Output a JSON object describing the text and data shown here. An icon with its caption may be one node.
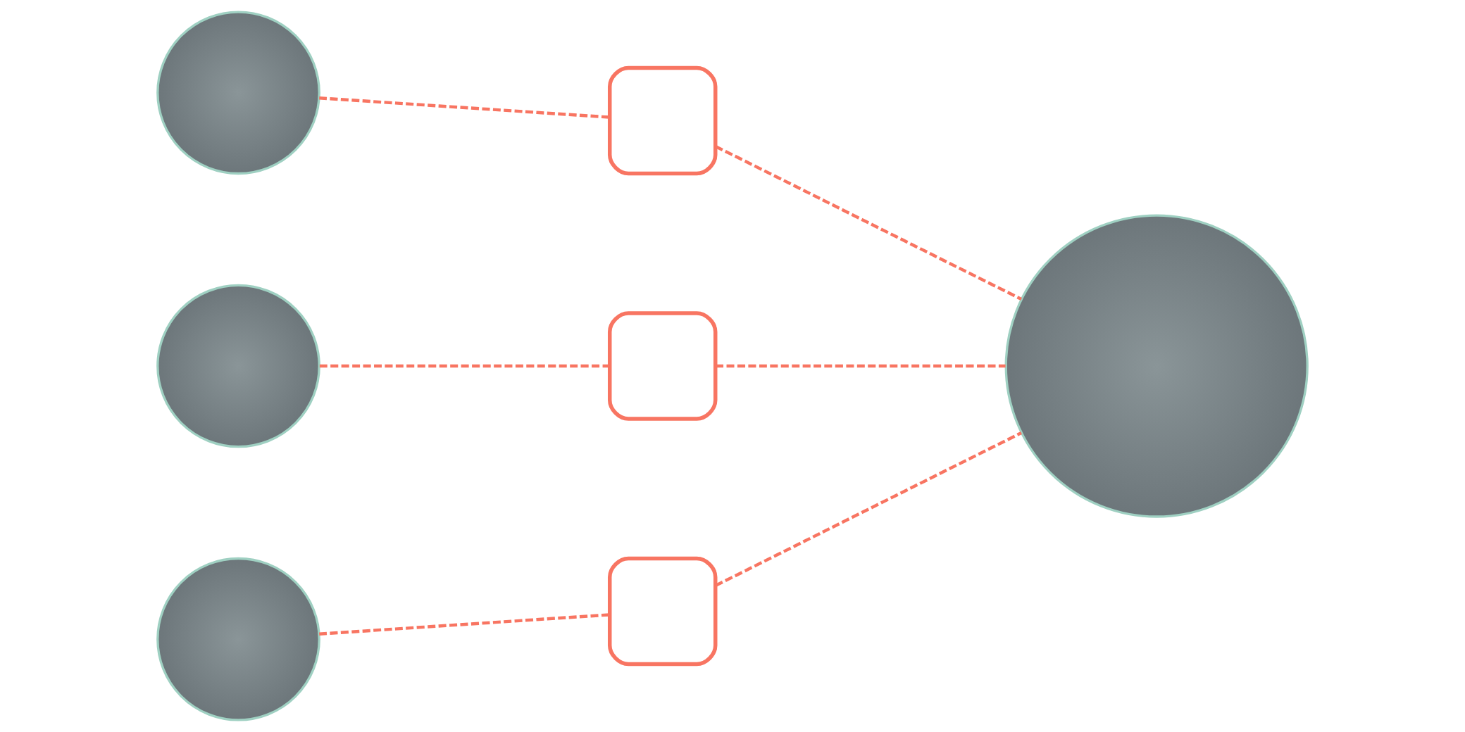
{
  "diagram": {
    "nodes": [
      {
        "text": [],
        "shape": "circle"
      },
      {
        "text": [],
        "shape": "circle"
      },
      {
        "text": [],
        "shape": "circle"
      },
      {
        "text": [],
        "shape": "box"
      },
      {
        "text": [],
        "shape": "box"
      },
      {
        "text": [],
        "shape": "box"
      },
      {
        "text": [],
        "shape": "circle"
      }
    ],
    "edges": [
      {
        "from": 0,
        "to": 3,
        "arrow": "none",
        "style": "dashed"
      },
      {
        "from": 1,
        "to": 4,
        "arrow": "none",
        "style": "dashed"
      },
      {
        "from": 2,
        "to": 5,
        "arrow": "none",
        "style": "dashed"
      },
      {
        "from": 3,
        "to": 6,
        "arrow": "none",
        "style": "dashed"
      },
      {
        "from": 4,
        "to": 6,
        "arrow": "none",
        "style": "dashed"
      },
      {
        "from": 5,
        "to": 6,
        "arrow": "none",
        "style": "dashed"
      }
    ]
  }
}
